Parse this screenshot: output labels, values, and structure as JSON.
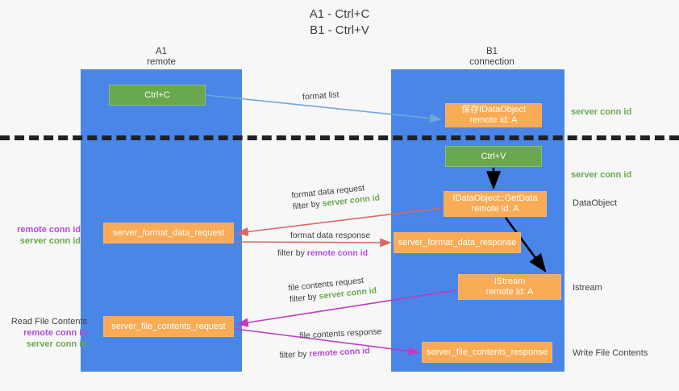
{
  "title": {
    "line1": "A1 - Ctrl+C",
    "line2": "B1 - Ctrl+V"
  },
  "columns": [
    {
      "name": "A1",
      "role": "remote"
    },
    {
      "name": "B1",
      "role": "connection"
    }
  ],
  "nodes": {
    "ctrl_c": {
      "line1": "Ctrl+C",
      "line2": "",
      "color": "#6aa84f"
    },
    "save_dataobject": {
      "line1": "保存IDataObject",
      "line2": "remote id: A",
      "color": "#f9ab55"
    },
    "ctrl_v": {
      "line1": "Ctrl+V",
      "line2": "",
      "color": "#6aa84f"
    },
    "getdata": {
      "line1": "IDataObject::GetData",
      "line2": "remote id: A",
      "color": "#f9ab55"
    },
    "istream": {
      "line1": "IStream",
      "line2": "remote id: A",
      "color": "#f9ab55"
    },
    "format_data_request": {
      "line1": "server_format_data_request",
      "line2": "",
      "color": "#f9ab55"
    },
    "format_data_response": {
      "line1": "server_format_data_response",
      "line2": "",
      "color": "#f9ab55"
    },
    "file_contents_request": {
      "line1": "server_file_contents_request",
      "line2": "",
      "color": "#f9ab55"
    },
    "file_contents_response": {
      "line1": "server_file_contents_response",
      "line2": "",
      "color": "#f9ab55"
    }
  },
  "edge_labels": {
    "format_list": "format list",
    "format_data_request": {
      "line1": "format data request",
      "filter_prefix": "filter by ",
      "filter_key": "server conn id"
    },
    "format_data_response": {
      "line1": "format data response",
      "filter_prefix": "filter by ",
      "filter_key": "remote conn id"
    },
    "file_contents_request": {
      "line1": "file contents request",
      "filter_prefix": "filter by ",
      "filter_key": "server conn id"
    },
    "file_contents_response": {
      "line1": "file contents response",
      "filter_prefix": "filter by ",
      "filter_key": "remote conn id"
    }
  },
  "annotations": {
    "server_conn_id_top": "server conn id",
    "server_conn_id_mid": "server conn id",
    "dataobject": "DataObject",
    "istream": "Istream",
    "write_file_contents": "Write File Contents",
    "read_file_contents": "Read File Contents",
    "remote_conn_id": "remote conn id",
    "server_conn_id": "server conn id"
  },
  "colors": {
    "lane": "#4a86e8",
    "green_node": "#6aa84f",
    "orange_node": "#f9ab55",
    "green_text": "#6aa84f",
    "purple_text": "#b24bd8",
    "arrow_blue": "#6fa8dc",
    "arrow_red": "#e06666",
    "arrow_magenta": "#c238c2",
    "arrow_black": "#000000",
    "dash_line": "#202124",
    "background": "#f7f7f7"
  }
}
